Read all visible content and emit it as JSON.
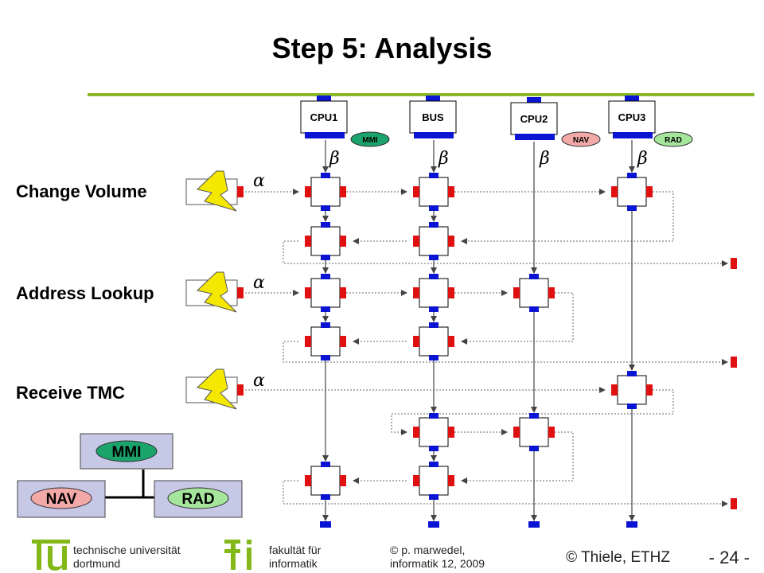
{
  "title": "Step 5: Analysis",
  "resources": [
    {
      "name": "CPU1"
    },
    {
      "name": "BUS"
    },
    {
      "name": "CPU2"
    },
    {
      "name": "CPU3"
    }
  ],
  "ovals": [
    {
      "label": "MMI",
      "color": "#1aa36a"
    },
    {
      "label": "NAV",
      "color": "#f4a9a9"
    },
    {
      "label": "RAD",
      "color": "#a6e69c"
    }
  ],
  "beta_symbol": "β",
  "alpha_symbol": "α",
  "tasks": [
    {
      "label": "Change Volume"
    },
    {
      "label": "Address Lookup"
    },
    {
      "label": "Receive TMC"
    }
  ],
  "hierarchy": {
    "top": "MMI",
    "left": "NAV",
    "right": "RAD",
    "box_color": "#c7c7e6",
    "mmi_color": "#1aa36a",
    "nav_color": "#f4a9a9",
    "rad_color": "#a6e69c"
  },
  "colors": {
    "accent_line": "#8ab829",
    "port_blue": "#0a14d2",
    "port_red": "#e01010",
    "logo_green": "#84b819"
  },
  "footer": {
    "univ_line1": "technische universität",
    "univ_line2": "dortmund",
    "fac_line1": "fakultät für",
    "fac_line2": "informatik",
    "author_line1": "© p. marwedel,",
    "author_line2": "informatik 12,  2009",
    "credit": "© Thiele, ETHZ",
    "page": "- 24 -"
  }
}
